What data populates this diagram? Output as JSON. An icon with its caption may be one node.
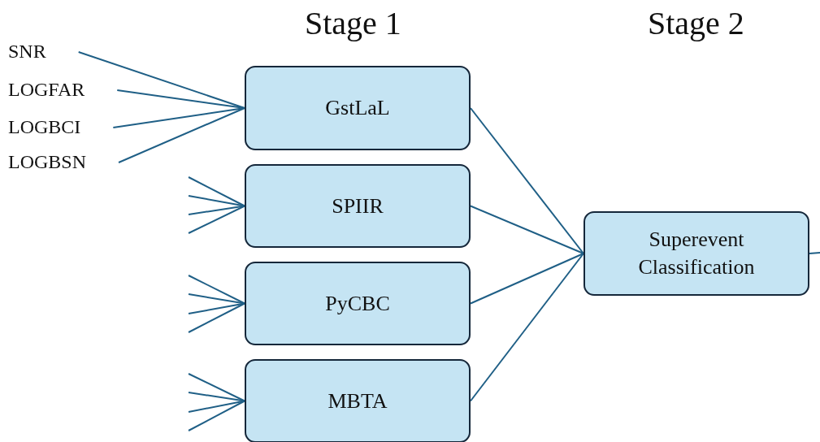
{
  "diagram": {
    "nodes": [
      {
        "text": [
          "GstLaL"
        ]
      },
      {
        "text": [
          "SPIIR"
        ]
      },
      {
        "text": [
          "PyCBC"
        ]
      },
      {
        "text": [
          "MBTA"
        ]
      },
      {
        "text": [
          "Superevent Classification"
        ]
      },
      {
        "text": [
          "SNR"
        ]
      },
      {
        "text": [
          "LOGFAR"
        ]
      },
      {
        "text": [
          "LOGBCI"
        ]
      },
      {
        "text": [
          "LOGBSN"
        ]
      }
    ],
    "edges": [
      {
        "from": 5,
        "to": 0,
        "arrow": "none"
      },
      {
        "from": 6,
        "to": 0,
        "arrow": "none"
      },
      {
        "from": 7,
        "to": 0,
        "arrow": "none"
      },
      {
        "from": 8,
        "to": 0,
        "arrow": "none"
      },
      {
        "from": null,
        "to": 1,
        "arrow": "none"
      },
      {
        "from": null,
        "to": 1,
        "arrow": "none"
      },
      {
        "from": null,
        "to": 1,
        "arrow": "none"
      },
      {
        "from": null,
        "to": 1,
        "arrow": "none"
      },
      {
        "from": null,
        "to": 2,
        "arrow": "none"
      },
      {
        "from": null,
        "to": 2,
        "arrow": "none"
      },
      {
        "from": null,
        "to": 2,
        "arrow": "none"
      },
      {
        "from": null,
        "to": 2,
        "arrow": "none"
      },
      {
        "from": null,
        "to": 3,
        "arrow": "none"
      },
      {
        "from": null,
        "to": 3,
        "arrow": "none"
      },
      {
        "from": null,
        "to": 3,
        "arrow": "none"
      },
      {
        "from": null,
        "to": 3,
        "arrow": "none"
      },
      {
        "from": 0,
        "to": 4,
        "arrow": "none"
      },
      {
        "from": 1,
        "to": 4,
        "arrow": "none"
      },
      {
        "from": 2,
        "to": 4,
        "arrow": "none"
      },
      {
        "from": 3,
        "to": 4,
        "arrow": "none"
      },
      {
        "from": 4,
        "to": null,
        "arrow": "none"
      }
    ],
    "labels": [
      "Stage 1",
      "Stage 2"
    ]
  }
}
